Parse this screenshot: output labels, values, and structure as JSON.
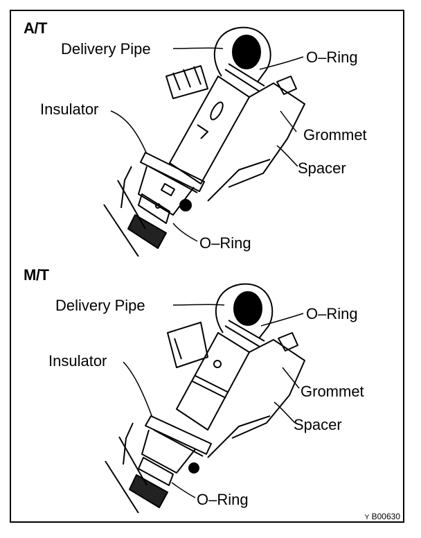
{
  "panels": [
    {
      "title": "A/T",
      "labels": {
        "delivery_pipe": "Delivery Pipe",
        "o_ring_top": "O–Ring",
        "insulator": "Insulator",
        "grommet": "Grommet",
        "spacer": "Spacer",
        "o_ring_bottom": "O–Ring"
      }
    },
    {
      "title": "M/T",
      "labels": {
        "delivery_pipe": "Delivery Pipe",
        "o_ring_top": "O–Ring",
        "insulator": "Insulator",
        "grommet": "Grommet",
        "spacer": "Spacer",
        "o_ring_bottom": "O–Ring"
      }
    }
  ],
  "reference_code": "B00630",
  "reference_prefix": "Y"
}
